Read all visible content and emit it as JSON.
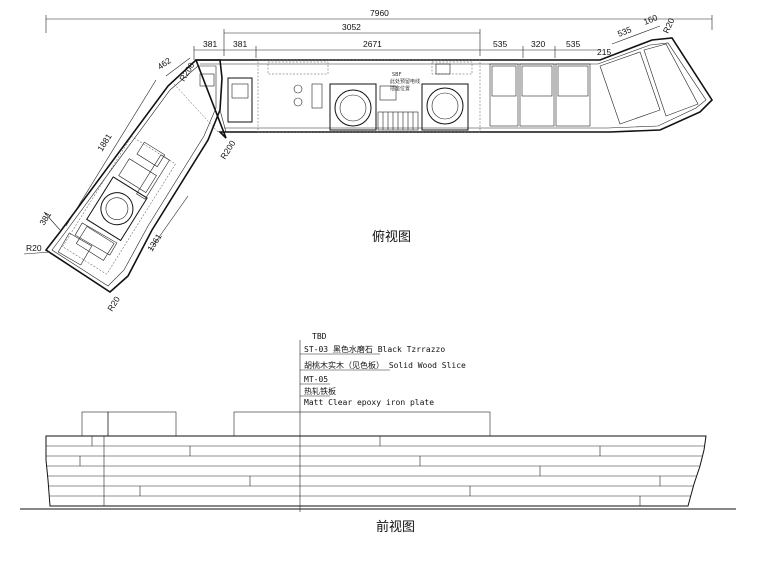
{
  "top_view": {
    "caption": "俯视图",
    "dimensions": {
      "overall": "7960",
      "sub_total": "3052",
      "seg_381a": "381",
      "seg_381b": "381",
      "seg_2671": "2671",
      "seg_535a": "535",
      "seg_320": "320",
      "seg_535b": "535",
      "seg_215": "215",
      "seg_535c": "535",
      "seg_160": "160",
      "r20_top": "R20",
      "d462": "462",
      "r200a": "R200",
      "r200b": "R200",
      "d1881": "1881",
      "d381": "381",
      "d1361": "1361",
      "r20_left": "R20",
      "r20_bottom": "R20"
    },
    "notes": {
      "n1": "SBF",
      "n2": "此处预留电线",
      "n3": "插座位置"
    }
  },
  "front_view": {
    "caption": "前视图",
    "callouts": [
      "TBD",
      "ST-03 黑色水磨石  Black Tzrrazzo",
      "胡桃木实木（见色板） Solid Wood Slice",
      "MT-05",
      "热轧铁板",
      "Matt Clear epoxy iron plate"
    ]
  }
}
